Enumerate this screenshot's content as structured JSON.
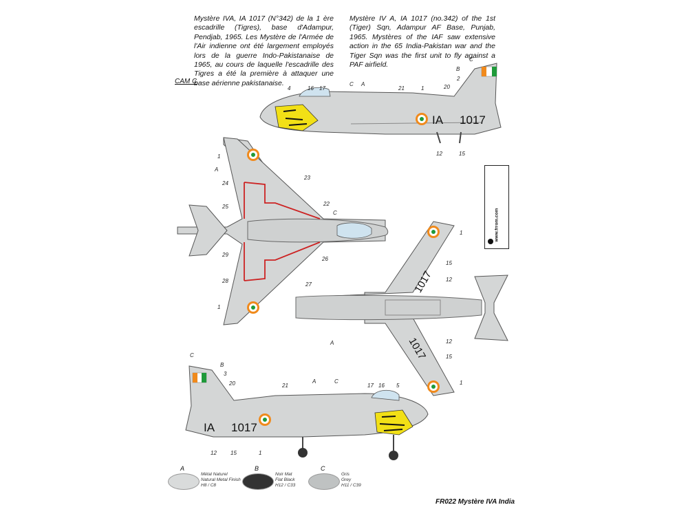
{
  "caption_fr": "Mystère IVA, IA 1017 (N°342) de la 1 ère escadrille (Tigres), base d'Adampur, Pendjab, 1965. Les Mystère de l'Armée de l'Air indienne ont été largement employés lors de la guerre Indo-Pakistanaise de 1965, au cours de laquelle l'escadrille des Tigres a été la première à attaquer une base aérienne pakistanaise.",
  "caption_en": "Mystère IV A, IA 1017 (no.342) of the 1st (Tiger) Sqn, Adampur AF Base, Punjab, 1965. Mystères of the IAF saw extensive action in the 65 India-Pakistan war and the Tiger Sqn was the first unit to fly against a PAF airfield.",
  "cam_label": "CAM C",
  "serial_left": "IA",
  "serial_right": "1017",
  "stamp_text": "www.frrom.com",
  "footer": "FR022  Mystère IVA  India",
  "colors": {
    "aircraft": "#d4d6d6",
    "saffron": "#f08a1c",
    "green": "#1f9a3a",
    "white": "#ffffff",
    "tiger": "#f2e016",
    "red": "#cc2222"
  },
  "legend": [
    {
      "letter": "A",
      "text": "Métal Naturel\nNatural Metal Finish\nH8 / C8",
      "color": "#d9dbdb"
    },
    {
      "letter": "B",
      "text": "Noir Mat\nFlat Black\nH12 / C33",
      "color": "#333333"
    },
    {
      "letter": "C",
      "text": "Gris\nGrey\nH11 / C39",
      "color": "#bfc2c2"
    }
  ],
  "callouts": {
    "top": [
      "4",
      "16",
      "17",
      "C",
      "A",
      "21",
      "1",
      "B",
      "C",
      "2",
      "20",
      "12",
      "15"
    ],
    "plan": [
      "1",
      "A",
      "24",
      "23",
      "25",
      "22",
      "C",
      "29",
      "26",
      "28",
      "27",
      "1"
    ],
    "under": [
      "1",
      "15",
      "12",
      "A",
      "12",
      "15",
      "1"
    ],
    "bottom": [
      "C",
      "B",
      "3",
      "20",
      "21",
      "A",
      "C",
      "17",
      "16",
      "5",
      "12",
      "15",
      "1"
    ]
  }
}
